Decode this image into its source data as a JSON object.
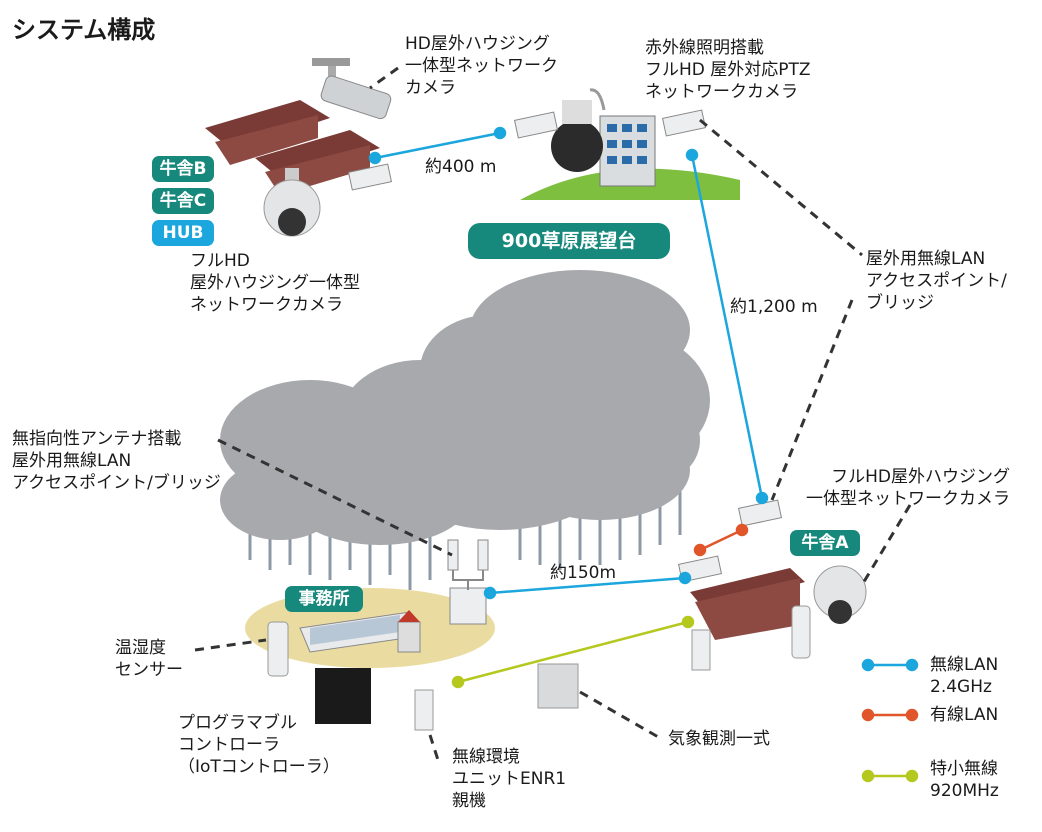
{
  "title": "システム構成",
  "labels": {
    "hd_cam": [
      "HD屋外ハウジング",
      "一体型ネットワーク",
      "カメラ"
    ],
    "ptz_cam": [
      "赤外線照明搭載",
      "フルHD 屋外対応PTZ",
      "ネットワークカメラ"
    ],
    "fullhd_cam_bc": [
      "フルHD",
      "屋外ハウジング一体型",
      "ネットワークカメラ"
    ],
    "ap_bridge": [
      "屋外用無線LAN",
      "アクセスポイント/",
      "ブリッジ"
    ],
    "omni_ap": [
      "無指向性アンテナ搭載",
      "屋外用無線LAN",
      "アクセスポイント/ブリッジ"
    ],
    "fullhd_cam_a": [
      "フルHD屋外ハウジング",
      "一体型ネットワークカメラ"
    ],
    "sensor": [
      "温湿度",
      "センサー"
    ],
    "plc": [
      "プログラマブル",
      "コントローラ",
      "（IoTコントローラ）"
    ],
    "enr1": [
      "無線環境",
      "ユニットENR1",
      "親機"
    ],
    "weather": [
      "気象観測一式"
    ]
  },
  "distances": {
    "d400": "約400 m",
    "d1200": "約1,200 m",
    "d150": "約150m"
  },
  "badges": {
    "barn_b": "牛舎B",
    "barn_c": "牛舎C",
    "hub": "HUB",
    "barn_a": "牛舎A",
    "office": "事務所",
    "observatory": "900草原展望台"
  },
  "legend": [
    {
      "label": [
        "無線LAN",
        "2.4GHz"
      ],
      "color": "#1ba6dd",
      "icon": "wireless-lan-line"
    },
    {
      "label": [
        "有線LAN"
      ],
      "color": "#e0562a",
      "icon": "wired-lan-line"
    },
    {
      "label": [
        "特小無線",
        "920MHz"
      ],
      "color": "#b4c81e",
      "icon": "low-power-radio-line"
    }
  ],
  "colors": {
    "wireless": "#1ba6dd",
    "wired": "#e0562a",
    "radio920": "#b4c81e",
    "teal_badge": "#17887c",
    "dashed_leader": "#333333"
  }
}
